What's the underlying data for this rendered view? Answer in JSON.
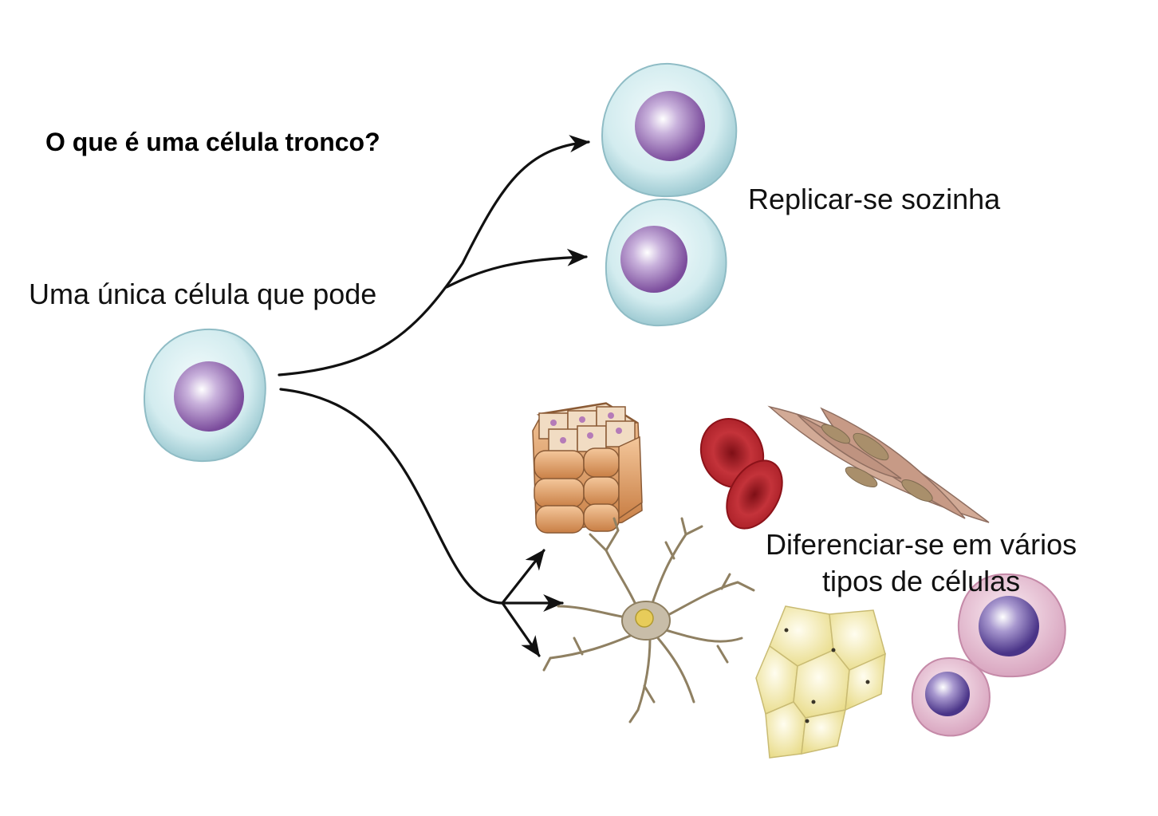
{
  "title": "O que é uma célula tronco?",
  "labels": {
    "single_cell": "Uma única célula que pode",
    "replicate": "Replicar-se sozinha",
    "differentiate_line1": "Diferenciar-se em vários",
    "differentiate_line2": "tipos de células"
  },
  "colors": {
    "stem_cell_cytoplasm": "#b9dde3",
    "stem_cell_nucleus": "#8a5aa8",
    "arrow": "#111111",
    "red_blood_cell": "#b8232b",
    "muscle_cell": "#c9a08c",
    "fat_cell": "#f1e9a6",
    "epithelial_cell": "#d99a5e",
    "neuron": "#b9ab92",
    "immune_cell_cytoplasm": "#e7b9d0",
    "immune_cell_nucleus": "#5b3f95"
  }
}
